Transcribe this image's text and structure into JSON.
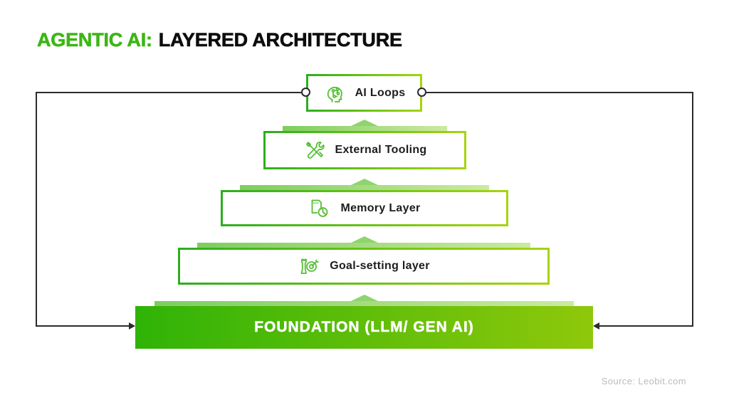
{
  "title": {
    "highlight": "AGENTIC AI:",
    "rest": "LAYERED ARCHITECTURE"
  },
  "layers": [
    {
      "label": "AI Loops",
      "icon": "ai-head-circuit-icon"
    },
    {
      "label": "External Tooling",
      "icon": "tools-icon"
    },
    {
      "label": "Memory Layer",
      "icon": "memory-pie-icon"
    },
    {
      "label": "Goal-setting layer",
      "icon": "goal-target-icon"
    }
  ],
  "foundation": {
    "label": "FOUNDATION (LLM/ GEN AI)"
  },
  "source_note": "Source: Leobit.com",
  "colors": {
    "accent_green": "#3CB614",
    "border_gradient_start": "#2CAF1E",
    "border_gradient_end": "#A6D40C",
    "foundation_gradient_start": "#2FB307",
    "foundation_gradient_end": "#8FC80B",
    "platform_strip_start": "#7ECD5F",
    "platform_strip_end": "#CBEAA0",
    "icon_green": "#55BE35",
    "connector_dark": "#2B2B2B",
    "source_gray": "#BCBCBC"
  }
}
